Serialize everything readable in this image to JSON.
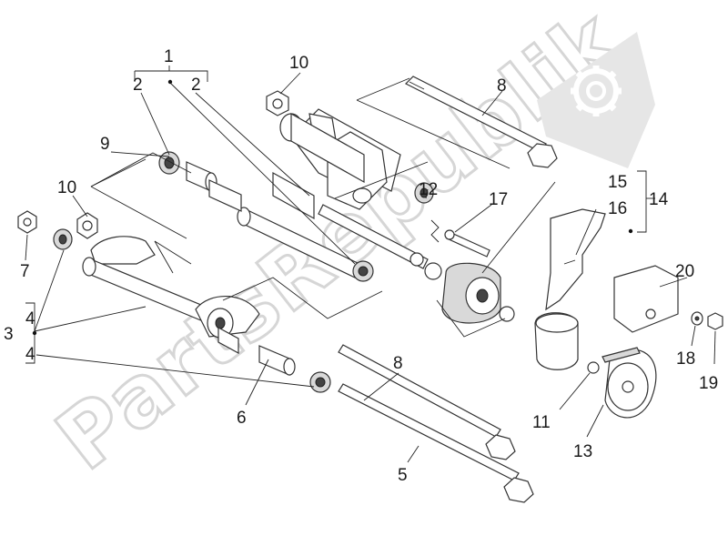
{
  "watermark": {
    "text": "PartsRepublik"
  },
  "callouts": [
    {
      "key": "c1",
      "text": "1"
    },
    {
      "key": "c2a",
      "text": "2"
    },
    {
      "key": "c2b",
      "text": "2"
    },
    {
      "key": "c10a",
      "text": "10"
    },
    {
      "key": "c8a",
      "text": "8"
    },
    {
      "key": "c9",
      "text": "9"
    },
    {
      "key": "c10b",
      "text": "10"
    },
    {
      "key": "c12",
      "text": "12"
    },
    {
      "key": "c15",
      "text": "15"
    },
    {
      "key": "c17",
      "text": "17"
    },
    {
      "key": "c16",
      "text": "16"
    },
    {
      "key": "c14",
      "text": "14"
    },
    {
      "key": "c7",
      "text": "7"
    },
    {
      "key": "c20",
      "text": "20"
    },
    {
      "key": "c4a",
      "text": "4"
    },
    {
      "key": "c3",
      "text": "3"
    },
    {
      "key": "c4b",
      "text": "4"
    },
    {
      "key": "c8b",
      "text": "8"
    },
    {
      "key": "c18",
      "text": "18"
    },
    {
      "key": "c19",
      "text": "19"
    },
    {
      "key": "c6",
      "text": "6"
    },
    {
      "key": "c11",
      "text": "11"
    },
    {
      "key": "c13",
      "text": "13"
    },
    {
      "key": "c5",
      "text": "5"
    }
  ]
}
